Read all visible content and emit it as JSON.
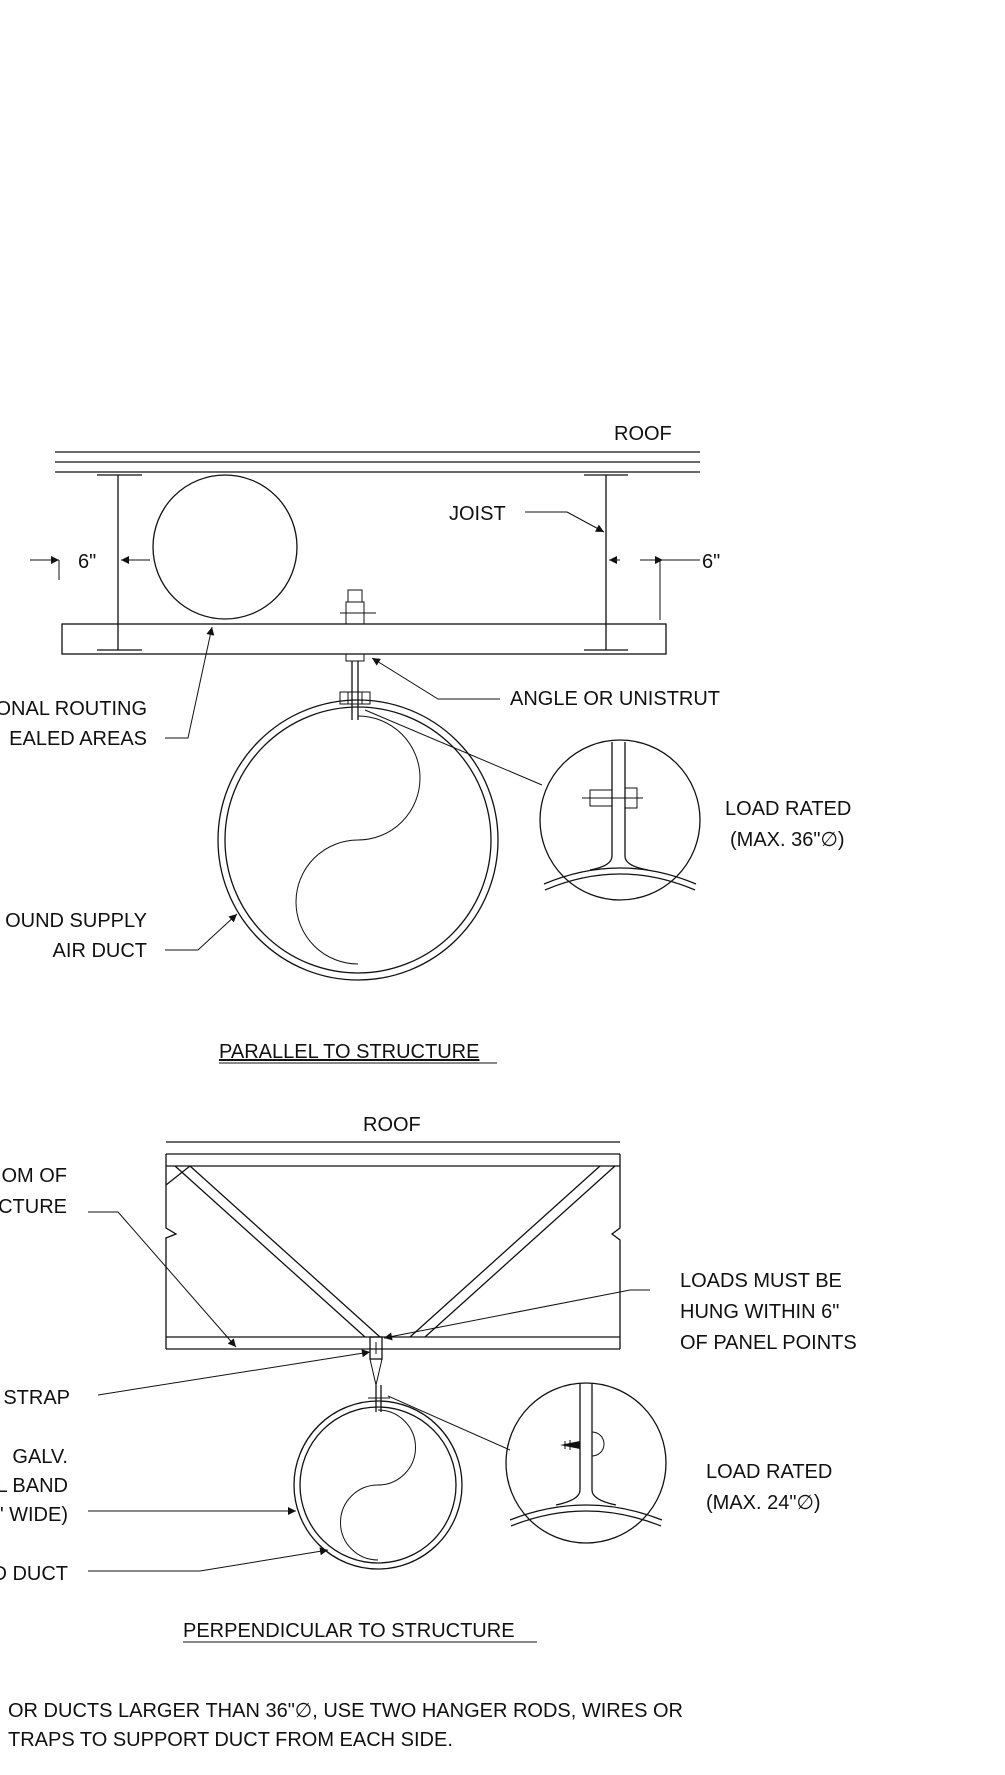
{
  "labels": {
    "roof_top": "ROOF",
    "joist": "JOIST",
    "dim_left": "6\"",
    "dim_right": "6\"",
    "routing_line1": "ONAL ROUTING",
    "routing_line2": "EALED AREAS",
    "angle_unistrut": "ANGLE OR UNISTRUT",
    "load_rated_top_line1": "LOAD RATED",
    "load_rated_top_line2": "(MAX. 36\"∅)",
    "round_supply_line1": "OUND SUPPLY",
    "round_supply_line2": "AIR DUCT",
    "title_parallel": "PARALLEL TO STRUCTURE",
    "roof_bottom": "ROOF",
    "bottom_of_line1": "OM OF",
    "bottom_of_line2": "CTURE",
    "loads_line1": "LOADS MUST BE",
    "loads_line2": "HUNG WITHIN 6\"",
    "loads_line3": "OF PANEL POINTS",
    "strap": "STRAP",
    "galv_line1": "GALV.",
    "galv_line2": "L BAND",
    "galv_line3": "\" WIDE)",
    "duct_bottom": "D DUCT",
    "load_rated_bottom_line1": "LOAD RATED",
    "load_rated_bottom_line2": "(MAX. 24\"∅)",
    "title_perpendicular": "PERPENDICULAR TO STRUCTURE",
    "note_line1": "OR DUCTS LARGER THAN 36\"∅, USE TWO HANGER RODS, WIRES OR",
    "note_line2": "TRAPS TO SUPPORT DUCT FROM EACH SIDE."
  }
}
